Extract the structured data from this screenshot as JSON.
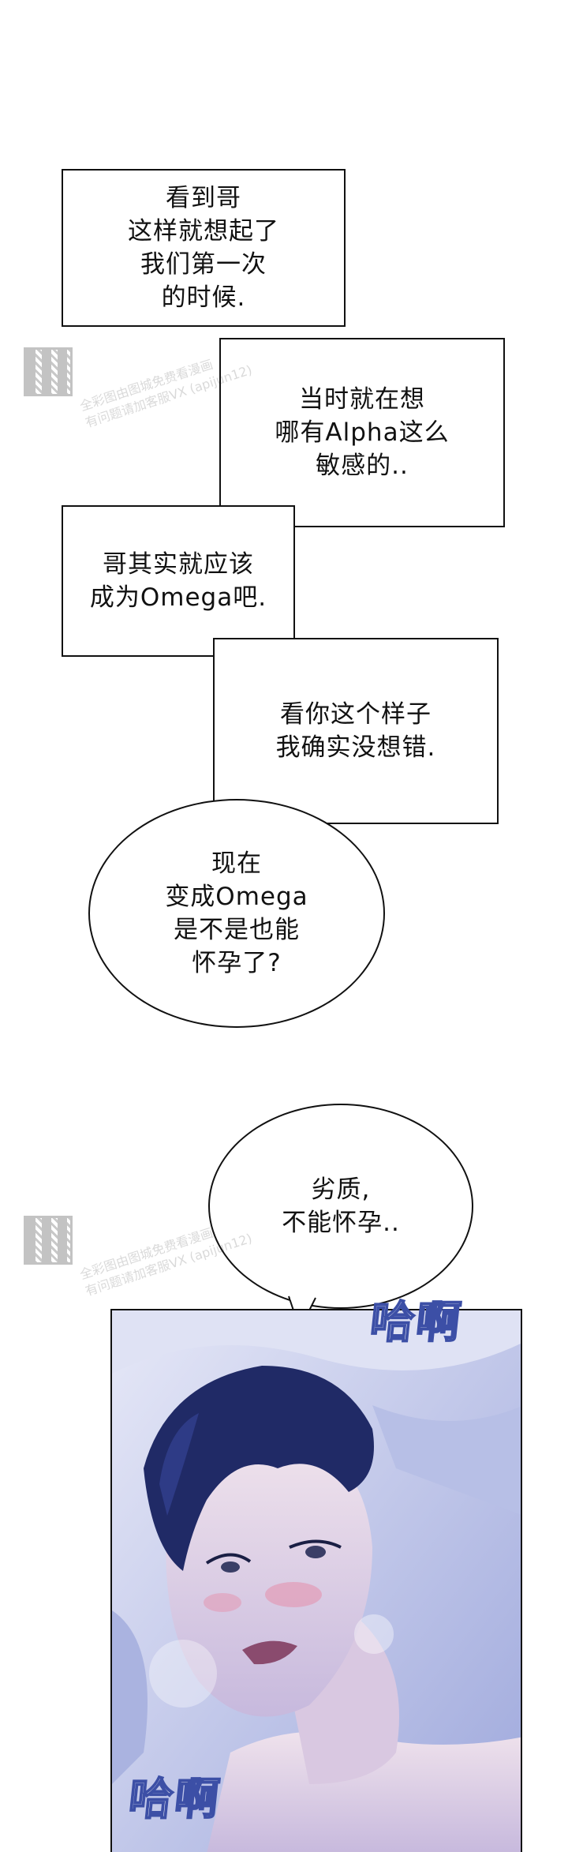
{
  "boxes": [
    {
      "text": "看到哥\n这样就想起了\n我们第一次\n的时候."
    },
    {
      "text": "当时就在想\n哪有Alpha这么\n敏感的.."
    },
    {
      "text": "哥其实就应该\n成为Omega吧."
    },
    {
      "text": "看你这个样子\n我确实没想错."
    }
  ],
  "bubbles": [
    {
      "text": "现在\n变成Omega\n是不是也能\n怀孕了?"
    },
    {
      "text": "劣质,\n不能怀孕.."
    }
  ],
  "sfx": {
    "top": "哈啊",
    "bottom": "哈啊"
  },
  "watermark": {
    "line1": "全彩图由图城免费看漫画",
    "line2": "有问题请加客服VX (apijun12)"
  }
}
